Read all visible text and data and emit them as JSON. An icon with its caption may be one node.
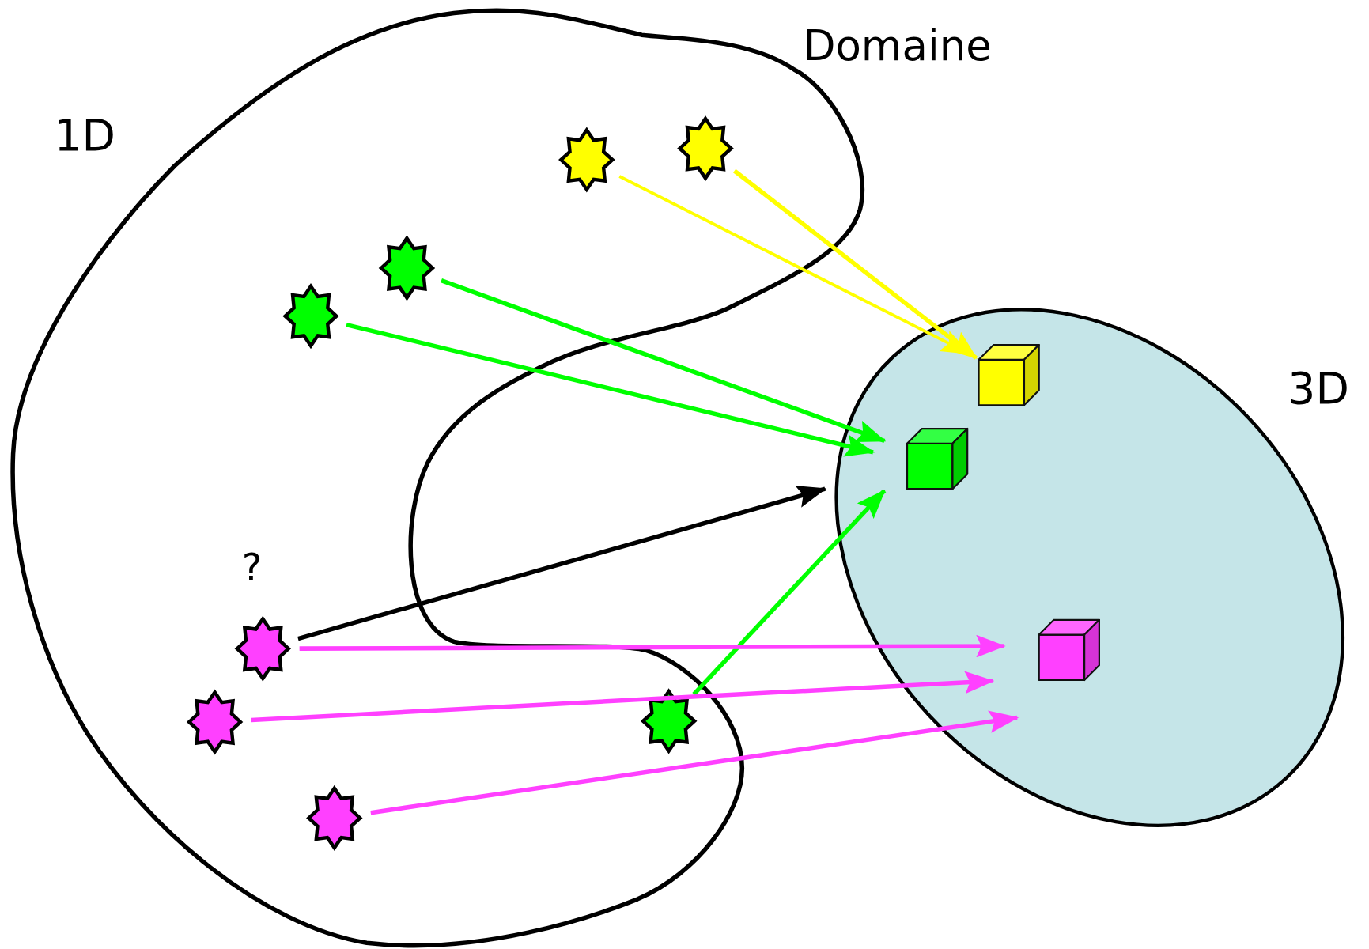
{
  "diagram": {
    "nodes": [
      {
        "text": [
          "1D"
        ]
      },
      {
        "text": [
          "3D"
        ]
      },
      {
        "text": [],
        "shape": "star",
        "in": 0
      },
      {
        "text": [],
        "shape": "star",
        "in": 0
      },
      {
        "text": [],
        "shape": "star",
        "in": 0
      },
      {
        "text": [],
        "shape": "star",
        "in": 0
      },
      {
        "text": [],
        "shape": "star",
        "in": 0
      },
      {
        "text": [],
        "shape": "star",
        "in": 0
      },
      {
        "text": [],
        "shape": "star",
        "in": 0
      },
      {
        "text": [],
        "shape": "star",
        "in": 0
      },
      {
        "text": [],
        "shape": "cube",
        "in": 1
      },
      {
        "text": [],
        "shape": "cube",
        "in": 1
      },
      {
        "text": [],
        "shape": "cube",
        "in": 1
      }
    ],
    "edges": [
      {
        "from": 2,
        "to": 10,
        "arrow": "to",
        "color": "#ffff00"
      },
      {
        "from": 3,
        "to": 10,
        "arrow": "to",
        "color": "#ffff00"
      },
      {
        "from": 4,
        "to": 11,
        "arrow": "to",
        "color": "#00ff00"
      },
      {
        "from": 5,
        "to": 11,
        "arrow": "to",
        "color": "#00ff00"
      },
      {
        "from": 8,
        "to": 11,
        "arrow": "to",
        "color": "#00ff00"
      },
      {
        "from": 6,
        "to": 12,
        "arrow": "to",
        "color": "#ff40ff"
      },
      {
        "from": 7,
        "to": 12,
        "arrow": "to",
        "color": "#ff40ff"
      },
      {
        "from": 9,
        "to": 12,
        "arrow": "to",
        "color": "#ff40ff"
      },
      {
        "from": 6,
        "to": 1,
        "arrow": "to",
        "color": "#000000"
      }
    ],
    "labels": [
      "Domaine",
      "?"
    ]
  }
}
